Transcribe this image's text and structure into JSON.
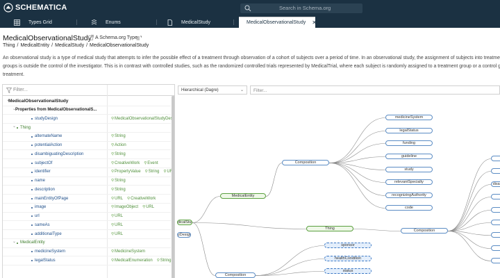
{
  "app": {
    "name": "SCHEMATICA",
    "search_placeholder": "Search in Schema.org"
  },
  "tabs": [
    {
      "label": "Types Grid",
      "icon": "grid-icon"
    },
    {
      "label": "Enums",
      "icon": "enum-icon"
    },
    {
      "label": "MedicalStudy",
      "icon": "document-icon"
    },
    {
      "label": "MedicalObservationalStudy",
      "icon": "document-icon",
      "active": true
    }
  ],
  "header": {
    "title": "MedicalObservationalStudy",
    "subtitle": "A Schema.org Type",
    "breadcrumb": [
      "Thing",
      "MedicalEntity",
      "MedicalStudy",
      "MedicalObservationalStudy"
    ],
    "description_lines": [
      "An observational study is a type of medical study that attempts to infer the possible effect of a treatment through observation of a cohort of subjects over a period of time. In an observational study, the assignment of subjects into treatment",
      "groups is outside the control of the investigator. This is in contrast with controlled studies, such as the randomized controlled trials represented by MedicalTrial, where each subject is randomly assigned to a treatment group or a control group",
      "treatment."
    ]
  },
  "left_panel": {
    "filter_placeholder": "Filter...",
    "rows": [
      {
        "label": "MedicalObservationalStudy",
        "kind": "root",
        "chev": "⌄",
        "types": []
      },
      {
        "label": "Properties from MedicalObservationalS...",
        "kind": "group",
        "chev": "⌄",
        "types": []
      },
      {
        "label": "studyDesign",
        "kind": "prop",
        "types": [
          "MedicalObservationalStudyDesign"
        ]
      },
      {
        "label": "Thing",
        "kind": "type",
        "chev": "⌄",
        "types": []
      },
      {
        "label": "alternateName",
        "kind": "prop",
        "types": [
          "String"
        ]
      },
      {
        "label": "potentialAction",
        "kind": "prop",
        "types": [
          "Action"
        ]
      },
      {
        "label": "disambiguatingDescription",
        "kind": "prop",
        "types": [
          "String"
        ]
      },
      {
        "label": "subjectOf",
        "kind": "prop",
        "types": [
          "CreativeWork",
          "Event"
        ]
      },
      {
        "label": "identifier",
        "kind": "prop",
        "types": [
          "PropertyValue",
          "String",
          "URL"
        ]
      },
      {
        "label": "name",
        "kind": "prop",
        "types": [
          "String"
        ]
      },
      {
        "label": "description",
        "kind": "prop",
        "types": [
          "String"
        ]
      },
      {
        "label": "mainEntityOfPage",
        "kind": "prop",
        "types": [
          "URL",
          "CreativeWork"
        ]
      },
      {
        "label": "image",
        "kind": "prop",
        "types": [
          "ImageObject",
          "URL"
        ]
      },
      {
        "label": "url",
        "kind": "prop",
        "types": [
          "URL"
        ]
      },
      {
        "label": "sameAs",
        "kind": "prop",
        "types": [
          "URL"
        ]
      },
      {
        "label": "additionalType",
        "kind": "prop",
        "types": [
          "URL"
        ]
      },
      {
        "label": "MedicalEntity",
        "kind": "type",
        "chev": "⌄",
        "types": []
      },
      {
        "label": "medicineSystem",
        "kind": "prop",
        "types": [
          "MedicineSystem"
        ]
      },
      {
        "label": "legalStatus",
        "kind": "prop",
        "types": [
          "MedicalEnumeration",
          "String"
        ]
      }
    ]
  },
  "right_panel": {
    "layout_select": "Hierarchical (Dagre)",
    "filter_placeholder": "Filter...",
    "nodes": [
      {
        "label": "medicineSystem",
        "style": "normal"
      },
      {
        "label": "legalStatus",
        "style": "normal"
      },
      {
        "label": "funding",
        "style": "normal"
      },
      {
        "label": "guideline",
        "style": "normal"
      },
      {
        "label": "study",
        "style": "normal"
      },
      {
        "label": "relevantSpecialty",
        "style": "normal"
      },
      {
        "label": "recognizingAuthority",
        "style": "normal"
      },
      {
        "label": "code",
        "style": "normal"
      },
      {
        "label": "Composition",
        "style": "normal"
      },
      {
        "label": "MedicalEntity",
        "style": "green"
      },
      {
        "label": "Thing",
        "style": "green"
      },
      {
        "label": "Composition",
        "style": "normal"
      },
      {
        "label": "dicalStudy",
        "style": "green"
      },
      {
        "label": "yDesign",
        "style": "normal"
      },
      {
        "label": "sponsor",
        "style": "dashed"
      },
      {
        "label": "healthCondition",
        "style": "dashed"
      },
      {
        "label": "status",
        "style": "dashed"
      },
      {
        "label": "Composition",
        "style": "normal"
      },
      {
        "label": "",
        "style": "normal"
      },
      {
        "label": "",
        "style": "normal"
      },
      {
        "label": "disam",
        "style": "normal"
      },
      {
        "label": "",
        "style": "normal"
      },
      {
        "label": "",
        "style": "normal"
      },
      {
        "label": "",
        "style": "normal"
      },
      {
        "label": "",
        "style": "normal"
      },
      {
        "label": "",
        "style": "normal"
      },
      {
        "label": "",
        "style": "normal"
      }
    ]
  },
  "colors": {
    "topbar": "#1b3142",
    "link": "#1f4f8a",
    "type": "#4f8f3a",
    "node_border": "#5b8cc4",
    "node_green": "#5aa03f"
  }
}
